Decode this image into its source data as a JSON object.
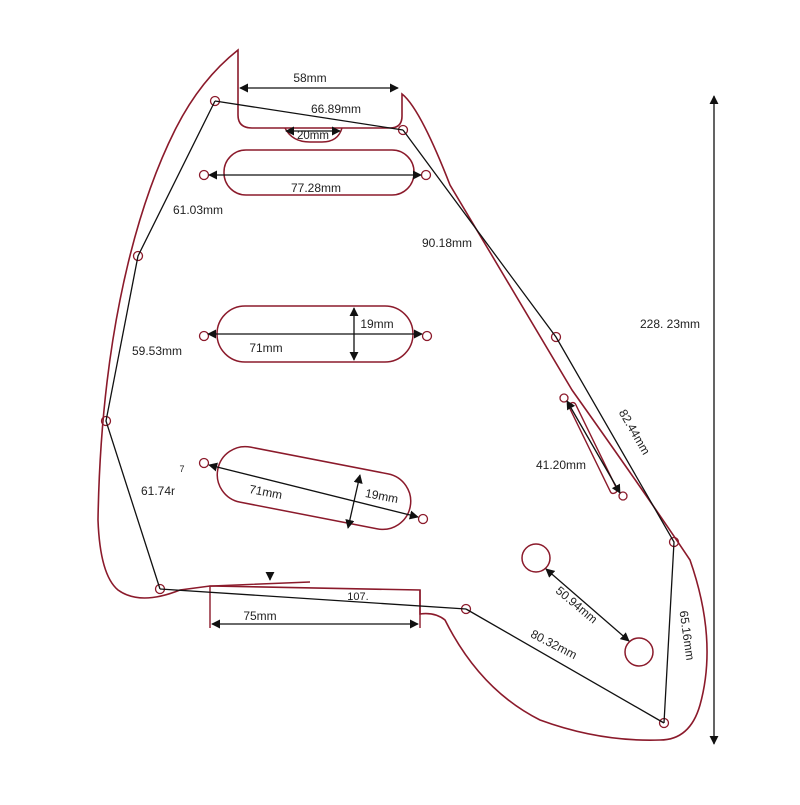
{
  "colors": {
    "outline": "#8b1a2b",
    "dimension": "#111111",
    "text": "#222222",
    "background": "#ffffff"
  },
  "dimensions": {
    "top_width": "58mm",
    "top_diagonal": "66.89mm",
    "top_notch": "20mm",
    "neck_pickup_width": "77.28mm",
    "left_upper_edge": "61.03mm",
    "right_upper_edge": "90.18mm",
    "overall_height": "228. 23mm",
    "middle_pickup_length": "71mm",
    "middle_pickup_height": "19mm",
    "left_middle_edge": "59.53mm",
    "right_middle_edge": "82.44mm",
    "switch_slot": "41.20mm",
    "bridge_pickup_length": "71mm",
    "bridge_pickup_height": "19mm",
    "left_lower_edge": "61.74r",
    "bottom_cut_diagonal": "107.",
    "bottom_cut_width": "75mm",
    "control_holes": "50.94mm",
    "bottom_right_edge": "80.32mm",
    "right_lower_edge": "65.16mm",
    "stray_mark": "7"
  }
}
